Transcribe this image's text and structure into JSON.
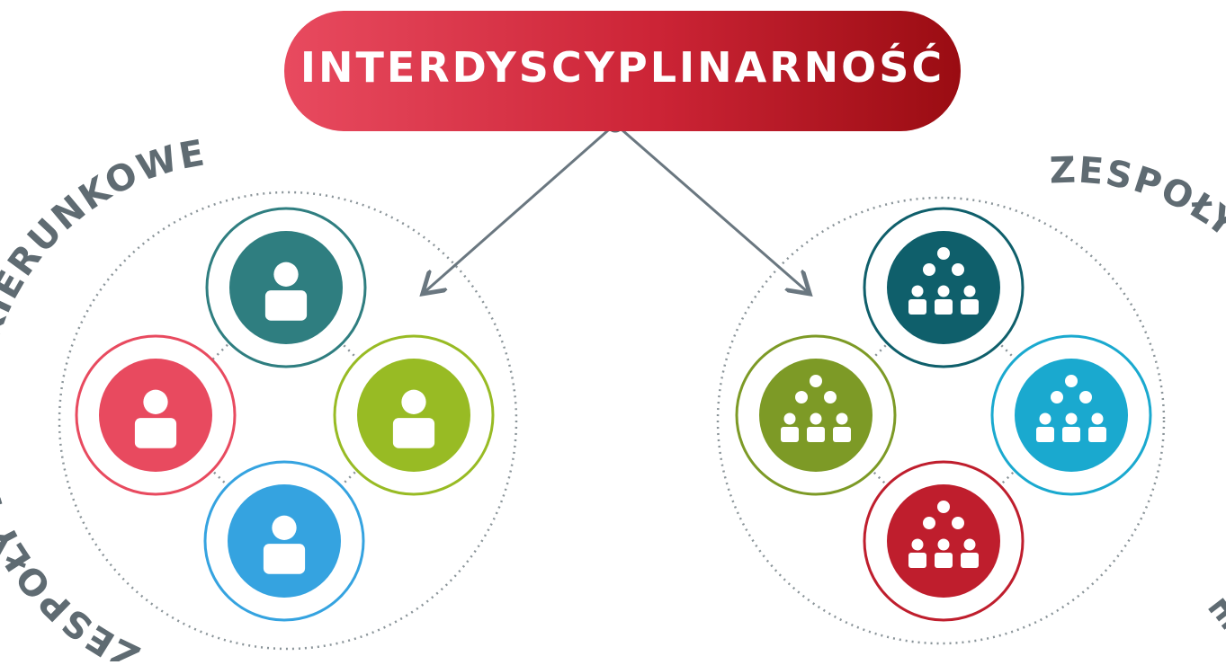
{
  "title": "INTERDYSCYPLINARNOŚĆ",
  "left_group": {
    "label": "ZESPOŁY MIĘDZYKIERUNKOWE",
    "icon": "person-icon",
    "nodes": [
      {
        "name": "top",
        "color": "#2f7e80"
      },
      {
        "name": "left",
        "color": "#e84a5f"
      },
      {
        "name": "right",
        "color": "#98bb24"
      },
      {
        "name": "bottom",
        "color": "#35a3e0"
      }
    ]
  },
  "right_group": {
    "label": "ZESPOŁY WIELOOBSZAROWE",
    "icon": "group-pyramid-icon",
    "nodes": [
      {
        "name": "top",
        "color": "#0f5f6b"
      },
      {
        "name": "left",
        "color": "#7d9a26"
      },
      {
        "name": "right",
        "color": "#1aa9cf"
      },
      {
        "name": "bottom",
        "color": "#bf1e2d"
      }
    ]
  },
  "colors": {
    "title_gradient": [
      "#e84a5f",
      "#cc2436",
      "#9a0c12"
    ],
    "arrow": "#6a7780",
    "label": "#5f6b72",
    "dotted": "#8a9499"
  }
}
